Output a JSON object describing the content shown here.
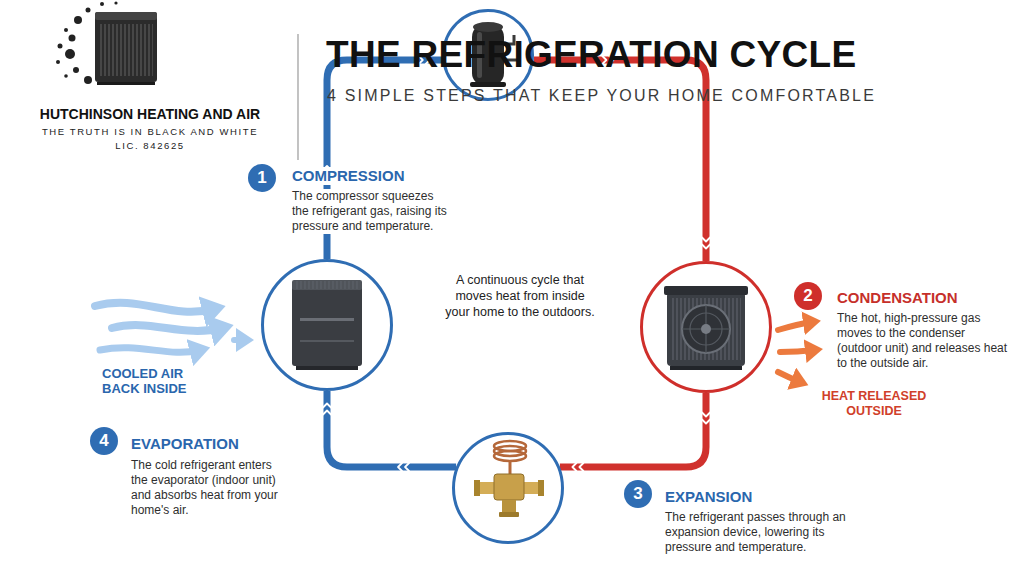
{
  "diagram": {
    "title": "THE REFRIGERATION CYCLE",
    "nodes": [
      {
        "text": [
          "1"
        ]
      },
      {
        "text": [
          "COMPRESSION",
          "The compressor squeezes the refrigerant gas, raising its pressure and temperature."
        ]
      },
      {
        "text": [
          "2"
        ]
      },
      {
        "text": [
          "CONDENSATION",
          "The hot, high-pressure gas moves to the condenser (outdoor unit) and releases heat to the outside air."
        ]
      },
      {
        "text": [
          "3"
        ]
      },
      {
        "text": [
          "EXPANSION",
          "The refrigerant passes through an expansion device, lowering its pressure and temperature."
        ]
      },
      {
        "text": [
          "4"
        ]
      },
      {
        "text": [
          "EVAPORATION",
          "The cold refrigerant enters the evaporator (indoor unit) and absorbs heat from your home's air."
        ]
      }
    ],
    "edges": [
      {
        "from": 1,
        "to": 3,
        "arrow": "to"
      },
      {
        "from": 3,
        "to": 5,
        "arrow": "to"
      },
      {
        "from": 5,
        "to": 7,
        "arrow": "to"
      },
      {
        "from": 7,
        "to": 1,
        "arrow": "to"
      }
    ],
    "labels": [
      "HUTCHINSON HEATING AND AIR",
      "THE TRUTH IS IN BLACK AND WHITE",
      "LIC. 842625",
      "4 SIMPLE STEPS THAT KEEP YOUR HOME COMFORTABLE",
      "A continuous cycle that moves heat from inside your home to the outdoors.",
      "COOLED AIR BACK INSIDE",
      "HEAT RELEASED OUTSIDE"
    ]
  }
}
